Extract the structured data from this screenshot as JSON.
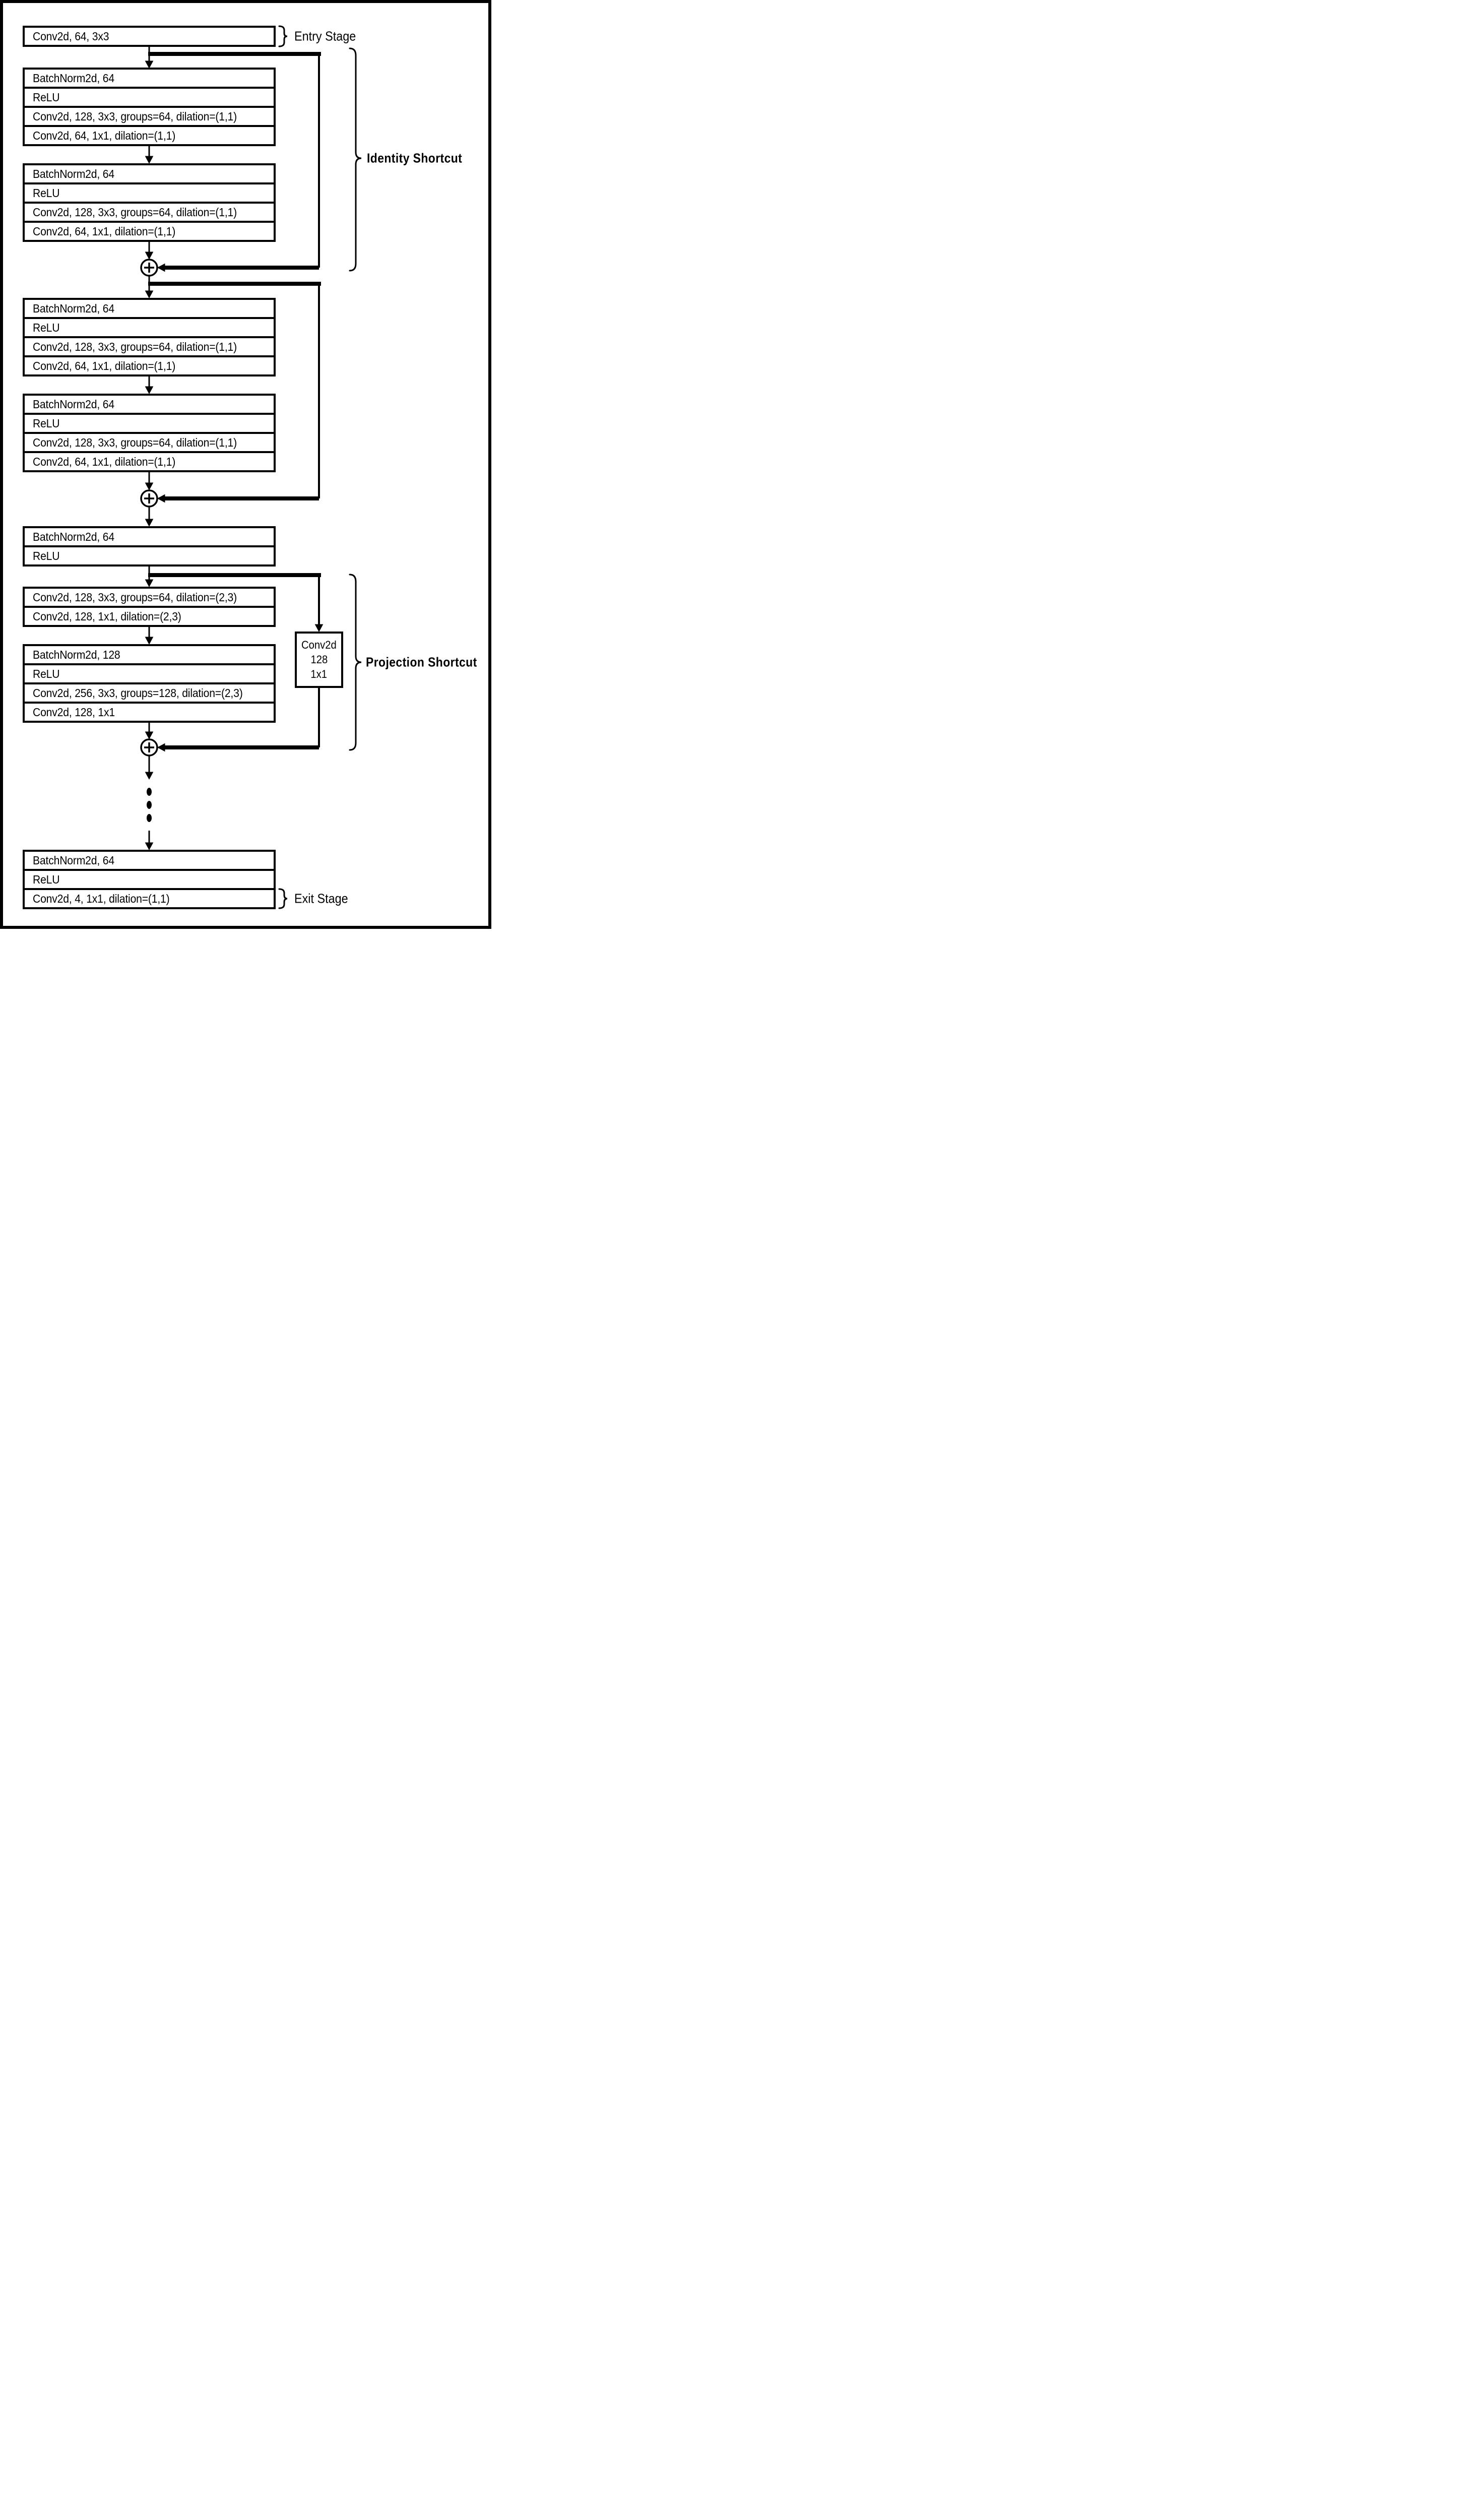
{
  "labels": {
    "entry": "Entry Stage",
    "identity": "Identity Shortcut",
    "projection": "Projection Shortcut",
    "exit": "Exit Stage"
  },
  "blocks": {
    "entry": {
      "rows": [
        "Conv2d, 64, 3x3"
      ]
    },
    "res1a": {
      "rows": [
        "BatchNorm2d, 64",
        "ReLU",
        "Conv2d, 128, 3x3, groups=64, dilation=(1,1)",
        "Conv2d, 64, 1x1, dilation=(1,1)"
      ]
    },
    "res1b": {
      "rows": [
        "BatchNorm2d, 64",
        "ReLU",
        "Conv2d, 128, 3x3, groups=64, dilation=(1,1)",
        "Conv2d, 64, 1x1, dilation=(1,1)"
      ]
    },
    "res2a": {
      "rows": [
        "BatchNorm2d, 64",
        "ReLU",
        "Conv2d, 128, 3x3, groups=64, dilation=(1,1)",
        "Conv2d, 64, 1x1, dilation=(1,1)"
      ]
    },
    "res2b": {
      "rows": [
        "BatchNorm2d, 64",
        "ReLU",
        "Conv2d, 128, 3x3, groups=64, dilation=(1,1)",
        "Conv2d, 64, 1x1, dilation=(1,1)"
      ]
    },
    "bnrelu": {
      "rows": [
        "BatchNorm2d, 64",
        "ReLU"
      ]
    },
    "conv23": {
      "rows": [
        "Conv2d, 128, 3x3, groups=64, dilation=(2,3)",
        "Conv2d, 128, 1x1, dilation=(2,3)"
      ]
    },
    "bn128": {
      "rows": [
        "BatchNorm2d, 128",
        "ReLU",
        "Conv2d, 256, 3x3, groups=128, dilation=(2,3)",
        "Conv2d, 128, 1x1"
      ]
    },
    "proj": {
      "lines": [
        "Conv2d",
        "128",
        "1x1"
      ]
    },
    "exit": {
      "rows": [
        "BatchNorm2d, 64",
        "ReLU",
        "Conv2d, 4, 1x1, dilation=(1,1)"
      ]
    }
  },
  "icons": {
    "merge_junction": "circled-plus",
    "continuation": "vertical-ellipsis"
  },
  "colors": {
    "ink": "#000000",
    "paper": "#ffffff"
  }
}
